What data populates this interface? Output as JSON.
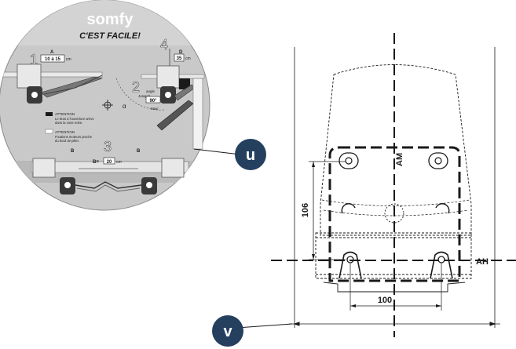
{
  "sticker": {
    "brand": "somfy",
    "tagline": "C'EST FACILE!",
    "steps": [
      {
        "num": "1",
        "label": "A",
        "value": "10 à 15",
        "unit": "cm"
      },
      {
        "num": "2",
        "label": "angle",
        "sub": "Jusqu'à",
        "value": "90°",
        "max": "Maxi"
      },
      {
        "num": "3",
        "label": "B",
        "formula": "B=",
        "value": "20",
        "unit": "cm"
      },
      {
        "num": "4",
        "label": "D",
        "value": "35",
        "unit": "cm"
      }
    ],
    "alpha": "α",
    "b_left": "B",
    "b_right": "B",
    "attention1_title": "ATTENTION",
    "attention1_line1": "Le bras à l'ouverture arrive",
    "attention1_line2": "dans la zone noire.",
    "attention2_title": "ATTENTION",
    "attention2_line1": "Fixations moteurs proche",
    "attention2_line2": "du bord de pilier."
  },
  "callouts": {
    "u": "u",
    "v": "v"
  },
  "drawing": {
    "axis_vertical": "AM",
    "axis_horizontal": "AH",
    "dim_height": "106",
    "dim_width": "100"
  },
  "colors": {
    "callout": "#253f5f",
    "sticker_bg": "#c9c9c9",
    "dark": "#1a1a1a"
  }
}
